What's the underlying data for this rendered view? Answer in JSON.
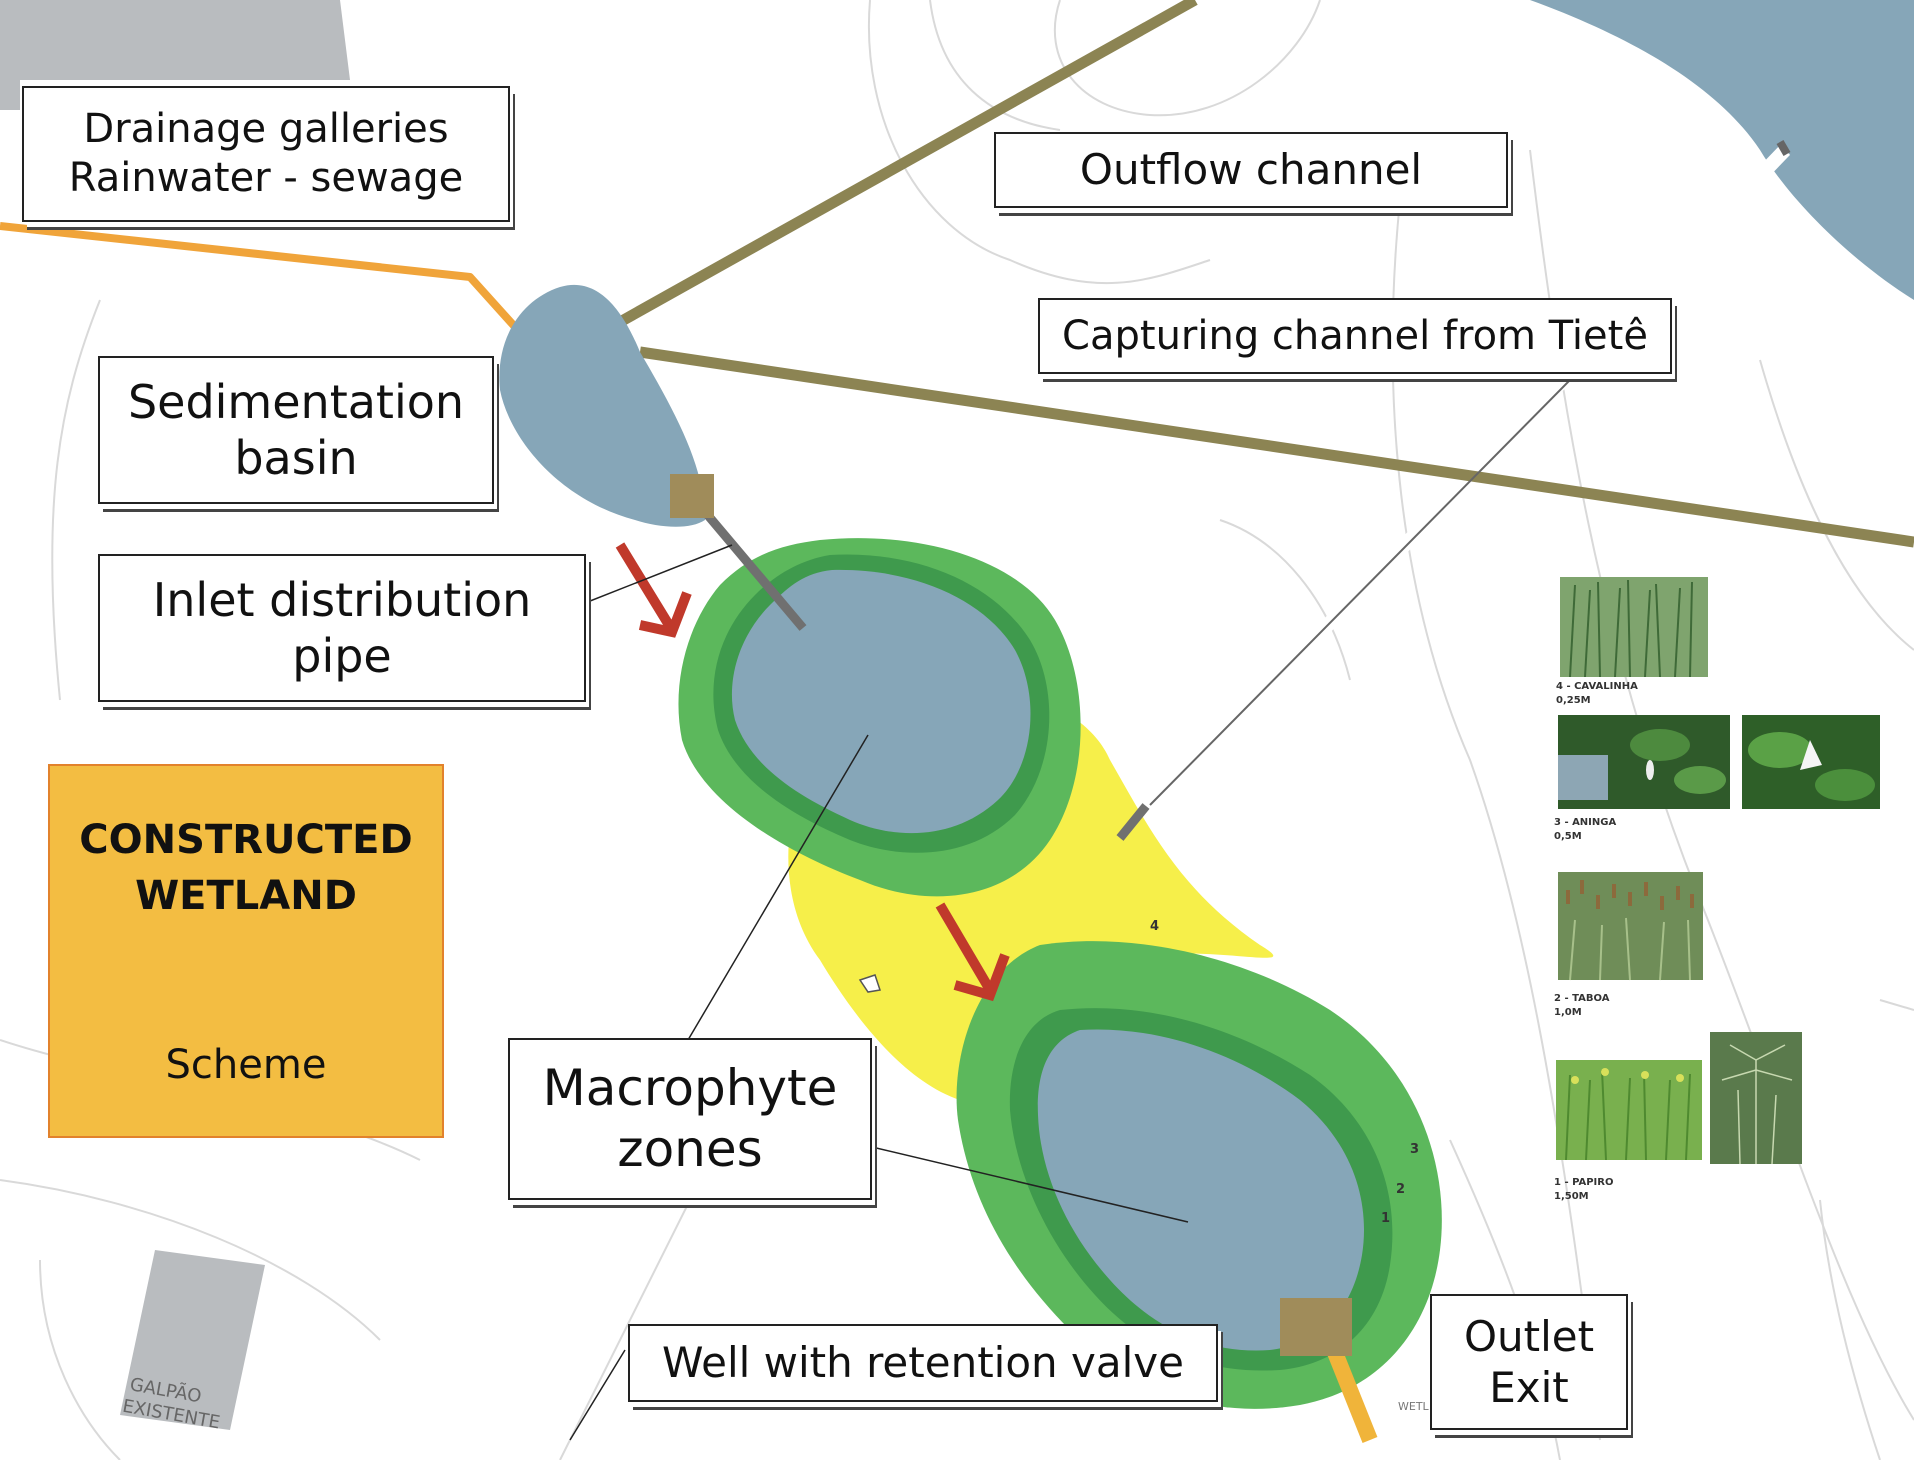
{
  "diagram": {
    "labels": {
      "drainage": {
        "line1": "Drainage galleries",
        "line2": "Rainwater - sewage"
      },
      "outflow": "Outflow channel",
      "capturing": "Capturing channel from Tietê",
      "sedimentation": {
        "line1": "Sedimentation",
        "line2": "basin"
      },
      "inlet": {
        "line1": "Inlet distribution",
        "line2": "pipe"
      },
      "macrophyte": {
        "line1": "Macrophyte",
        "line2": "zones"
      },
      "well": "Well with retention valve",
      "outlet": {
        "line1": "Outlet",
        "line2": "Exit"
      }
    },
    "title_card": {
      "title_line1": "CONSTRUCTED",
      "title_line2": "WETLAND",
      "subtitle": "Scheme"
    },
    "zone_numbers": [
      "4",
      "3",
      "2",
      "1"
    ],
    "map_text": {
      "galpao_line1": "GALPÃO",
      "galpao_line2": "EXISTENTE",
      "wetl": "WETL"
    },
    "plants": [
      {
        "name": "4 - CAVALINHA",
        "height": "0,25M",
        "icon": "reed-photo"
      },
      {
        "name": "3 - ANINGA",
        "height": "0,5M",
        "icon": "aninga-photo"
      },
      {
        "name": "2 - TABOA",
        "height": "1,0M",
        "icon": "cattail-photo"
      },
      {
        "name": "1 - PAPIRO",
        "height": "1,50M",
        "icon": "papyrus-photo"
      }
    ],
    "colors": {
      "water": "#86a6b8",
      "outer_vegetation": "#5cb85c",
      "inner_vegetation": "#3f9a4d",
      "yellow_zone": "#f6ef4a",
      "channel": "#8c8453",
      "drainage_pipe": "#f0a43a",
      "flow_arrow": "#c0392b",
      "well": "#a08c5a",
      "title_card": "#f3bd42"
    }
  }
}
